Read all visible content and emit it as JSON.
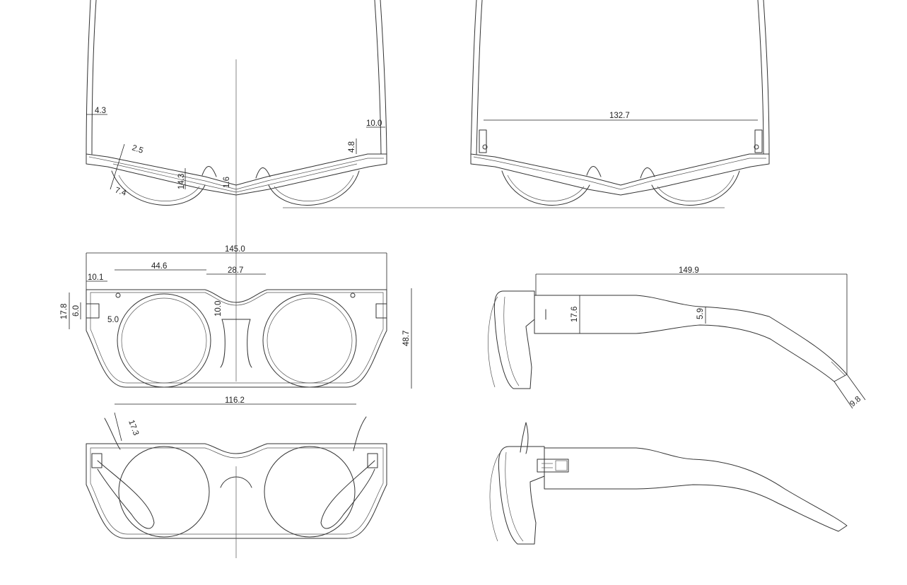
{
  "colors": {
    "line": "#333333",
    "background": "#ffffff"
  },
  "dimensions": {
    "top_left": {
      "d1": "4.3",
      "d2": "2.5",
      "d3": "7.4",
      "d4": "14.3",
      "d5": "1.6",
      "d6": "10.0",
      "d7": "4.8"
    },
    "top_right": {
      "d1": "132.7"
    },
    "front": {
      "overall_width": "145.0",
      "lens_width": "44.6",
      "bridge": "28.7",
      "hinge_width": "10.1",
      "end_height": "17.8",
      "slot_height": "6.0",
      "slot_depth": "5.0",
      "bridge_height": "10.0",
      "overall_height": "48.7",
      "lens_span": "116.2"
    },
    "side": {
      "temple_length": "149.9",
      "hinge_height": "17.6",
      "temple_thickness": "5.9",
      "tip_width": "9.8"
    },
    "back": {
      "nose_pad": "17.3"
    }
  }
}
